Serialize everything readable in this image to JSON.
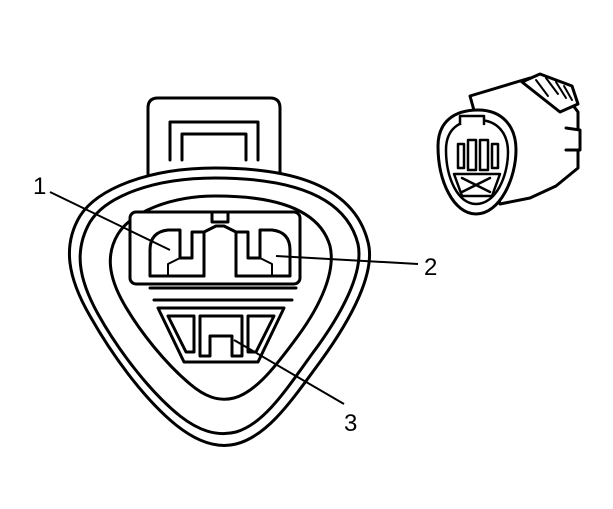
{
  "diagram": {
    "callouts": [
      {
        "id": "1",
        "label": "1"
      },
      {
        "id": "2",
        "label": "2"
      },
      {
        "id": "3",
        "label": "3"
      }
    ],
    "colors": {
      "stroke": "#000000",
      "fill": "#ffffff"
    }
  }
}
